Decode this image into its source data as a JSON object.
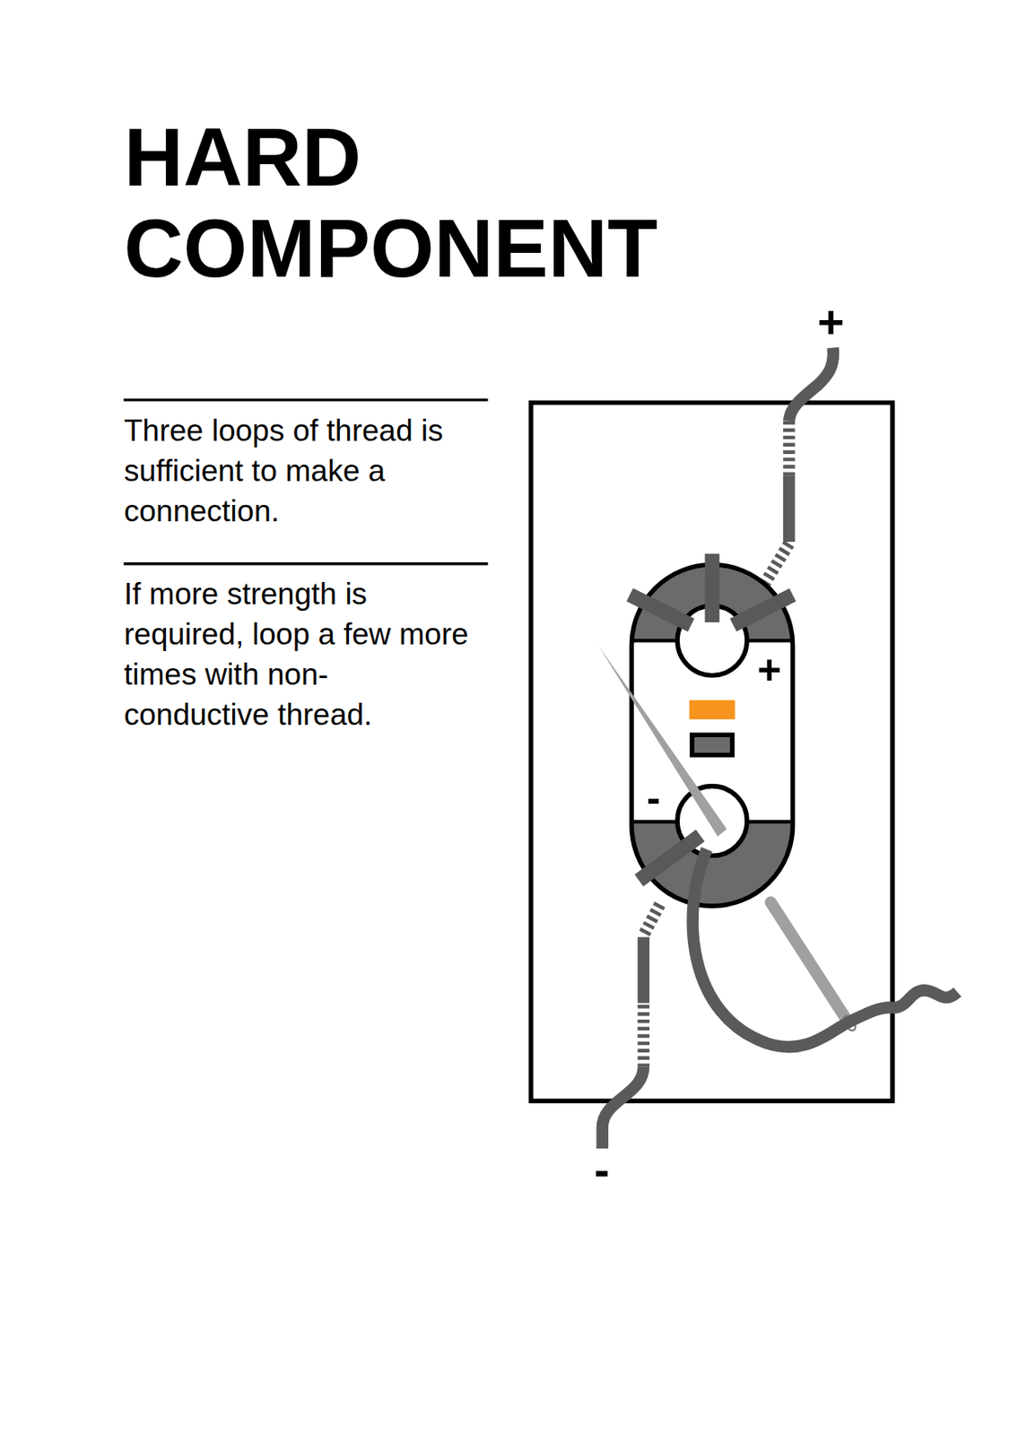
{
  "diagram": {
    "title": "HARD COMPONENT",
    "labels": [
      "Three loops of thread is sufficient to make a connection.",
      "If more strength is required, loop a few more times with non-conductive thread.",
      "+",
      "+",
      "-",
      "-"
    ]
  }
}
